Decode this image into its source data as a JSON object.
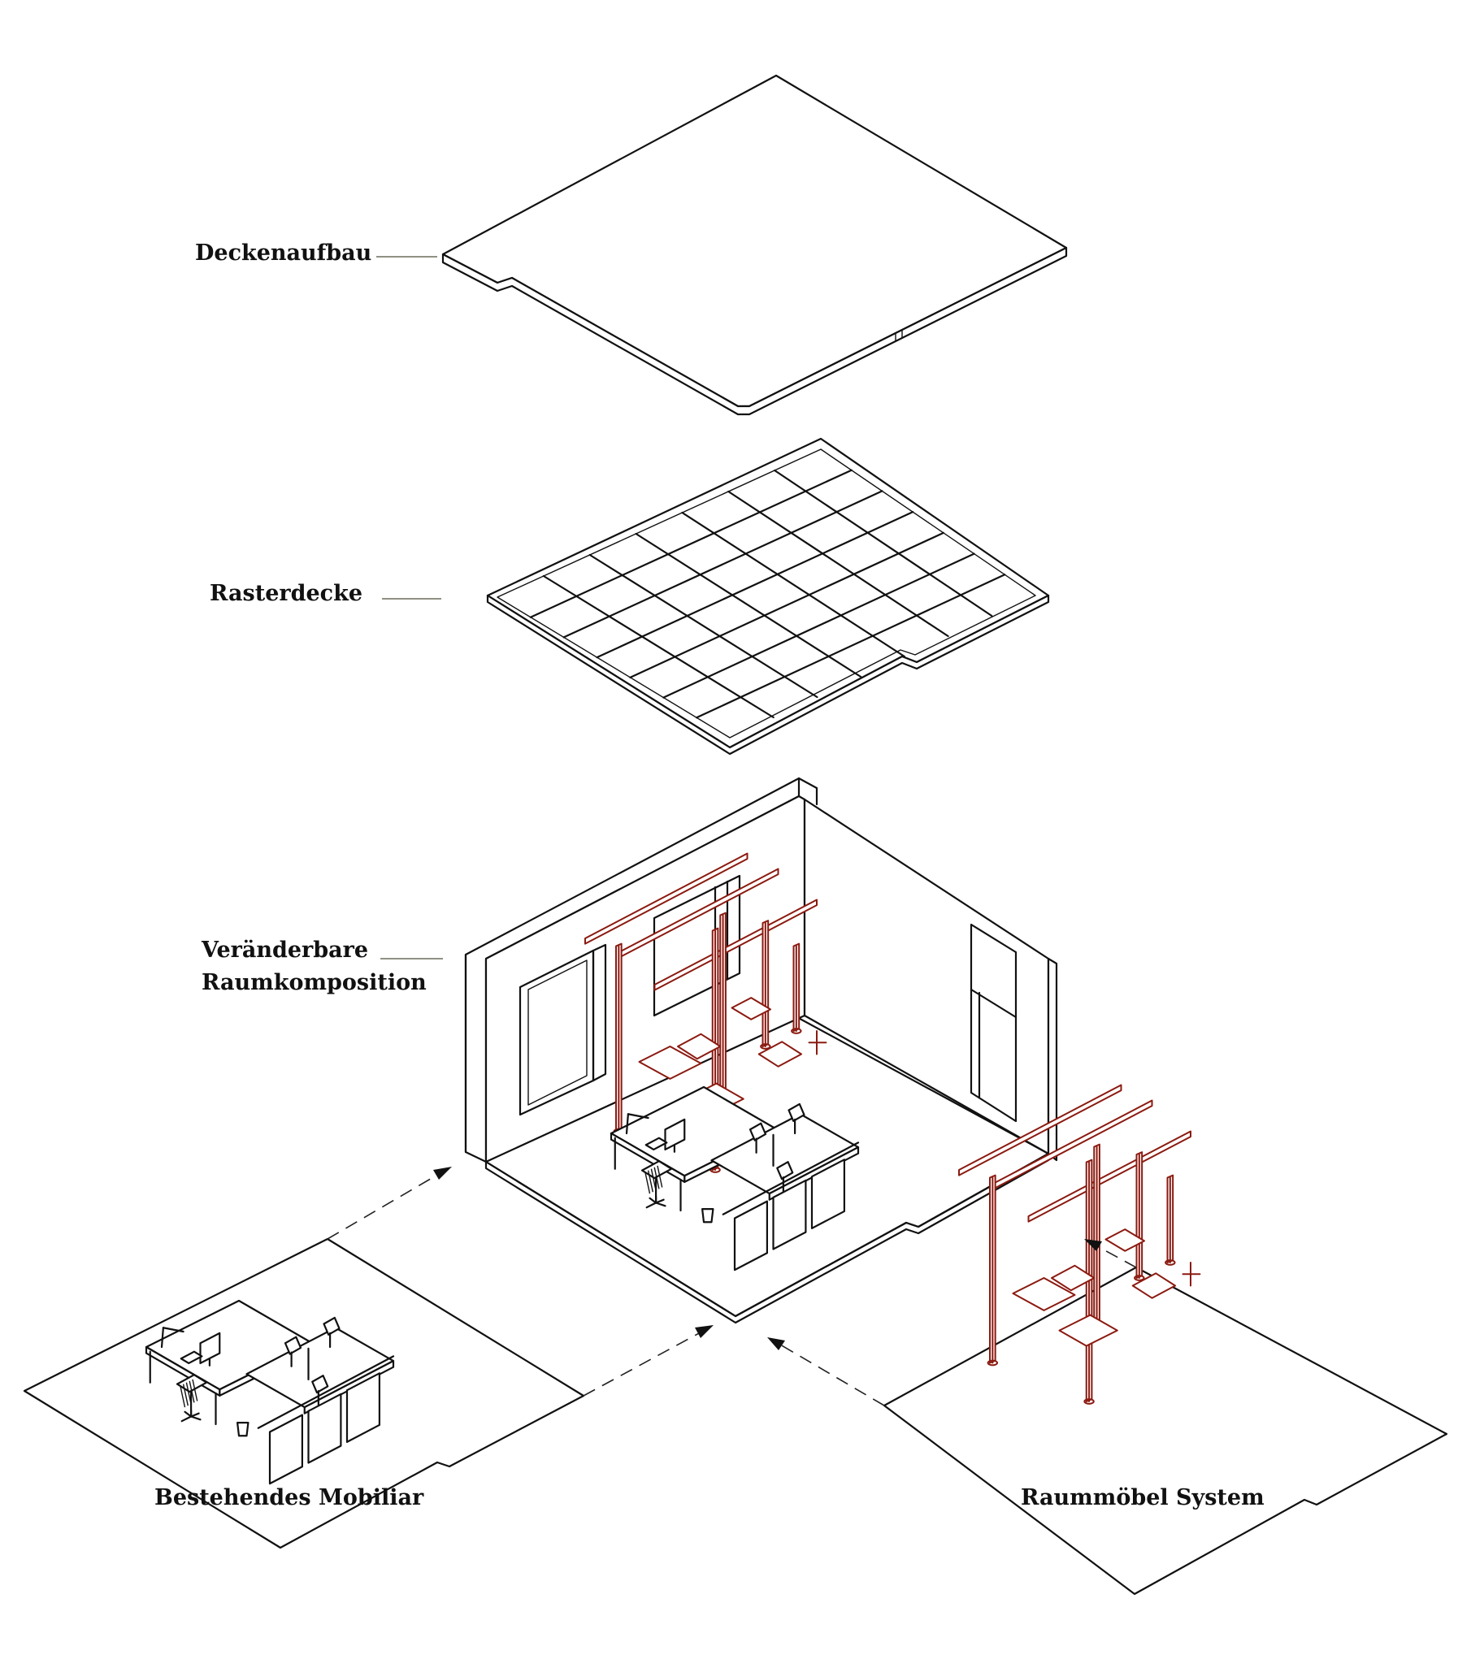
{
  "labels": {
    "ceiling_build": "Deckenaufbau",
    "grid_ceiling": "Rasterdecke",
    "room_composition_line1": "Veränderbare",
    "room_composition_line2": "Raumkomposition",
    "existing_furniture": "Bestehendes Mobiliar",
    "room_furniture_system": "Raummöbel System"
  },
  "colors": {
    "line": "#111111",
    "system_red": "#8b1a10",
    "leader": "#6b6b5b",
    "background": "#ffffff"
  }
}
